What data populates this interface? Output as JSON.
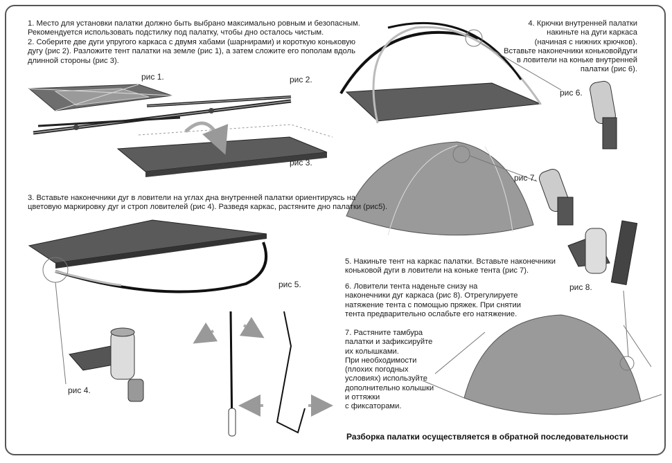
{
  "steps": {
    "s1": "1. Место для установки палатки должно быть выбрано максимально ровным и безопасным.\nРекомендуется использовать подстилку под палатку, чтобы дно осталось чистым.",
    "s2": "2. Соберите две дуги упругого каркаса с двумя хабами (шарнирами) и короткую коньковую\nдугу (рис 2). Разложите тент палатки на земле (рис 1), а затем сложите его пополам вдоль\nдлинной стороны (рис 3).",
    "s3": "3. Вставьте наконечники дуг в  ловители на углах дна внутренней палатки ориентируясь на\nцветовую маркировку дуг и строп ловителей (рис 4). Разведя каркас,  растяните дно палатки (рис5).",
    "s4": "4. Крючки внутренней палатки\nнакиньте на дуги каркаса\n(начиная с нижних крючков).\nВставьте наконечники коньковойдуги\nв ловители на коньке внутренней\nпалатки (рис 6).",
    "s5": "5. Накиньте тент на каркас палатки. Вставьте  наконечники\nконьковой дуги в ловители на коньке тента (рис 7).",
    "s6": "6. Ловители тента наденьте снизу на\nнаконечники дуг каркаса (рис 8). Отрегулируете\nнатяжение тента с помощью пряжек. При снятии\nтента предварительно ослабьте его натяжение.",
    "s7": "7.  Растяните тамбура\nпалатки и зафиксируйте\nих колышками.\nПри необходимости\n(плохих погодных\nусловиях) используйте\nдополнительно колышки\nи оттяжки\nс фиксаторами."
  },
  "figures": {
    "fig1": "рис 1.",
    "fig2": "рис 2.",
    "fig3": "рис 3.",
    "fig4": "рис 4.",
    "fig5": "рис 5.",
    "fig6": "рис 6.",
    "fig7": "рис 7.",
    "fig8": "рис 8."
  },
  "footer": "Разборка палатки осуществляется в обратной последовательности",
  "colors": {
    "fabric": "#6b6b6b",
    "fabric_light": "#bdbdbd",
    "pole": "#1a1a1a",
    "frame": "#555555"
  }
}
